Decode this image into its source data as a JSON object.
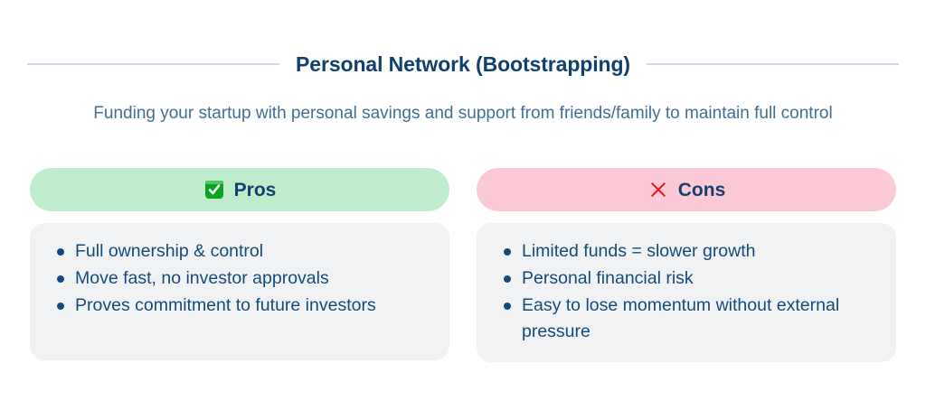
{
  "header": {
    "title": "Personal Network (Bootstrapping)",
    "subtitle": "Funding your startup with personal savings and support from friends/family to maintain full control",
    "rule_color": "#cbd8e6",
    "title_color": "#12406e",
    "subtitle_color": "#436e99"
  },
  "columns": [
    {
      "key": "pros",
      "label": "Pros",
      "icon": "white-heavy-check-mark-icon",
      "pill_color": "#bfeccd",
      "body_color": "#f1f2f4",
      "text_color": "#164a7c",
      "items": [
        "Full ownership & control",
        "Move fast, no investor approvals",
        "Proves commitment to future investors"
      ]
    },
    {
      "key": "cons",
      "label": "Cons",
      "icon": "cross-mark-icon",
      "pill_color": "#fcc9d6",
      "body_color": "#f1f2f4",
      "text_color": "#164a7c",
      "items": [
        "Limited funds = slower growth",
        "Personal financial risk",
        "Easy to lose momentum without external pressure"
      ]
    }
  ]
}
